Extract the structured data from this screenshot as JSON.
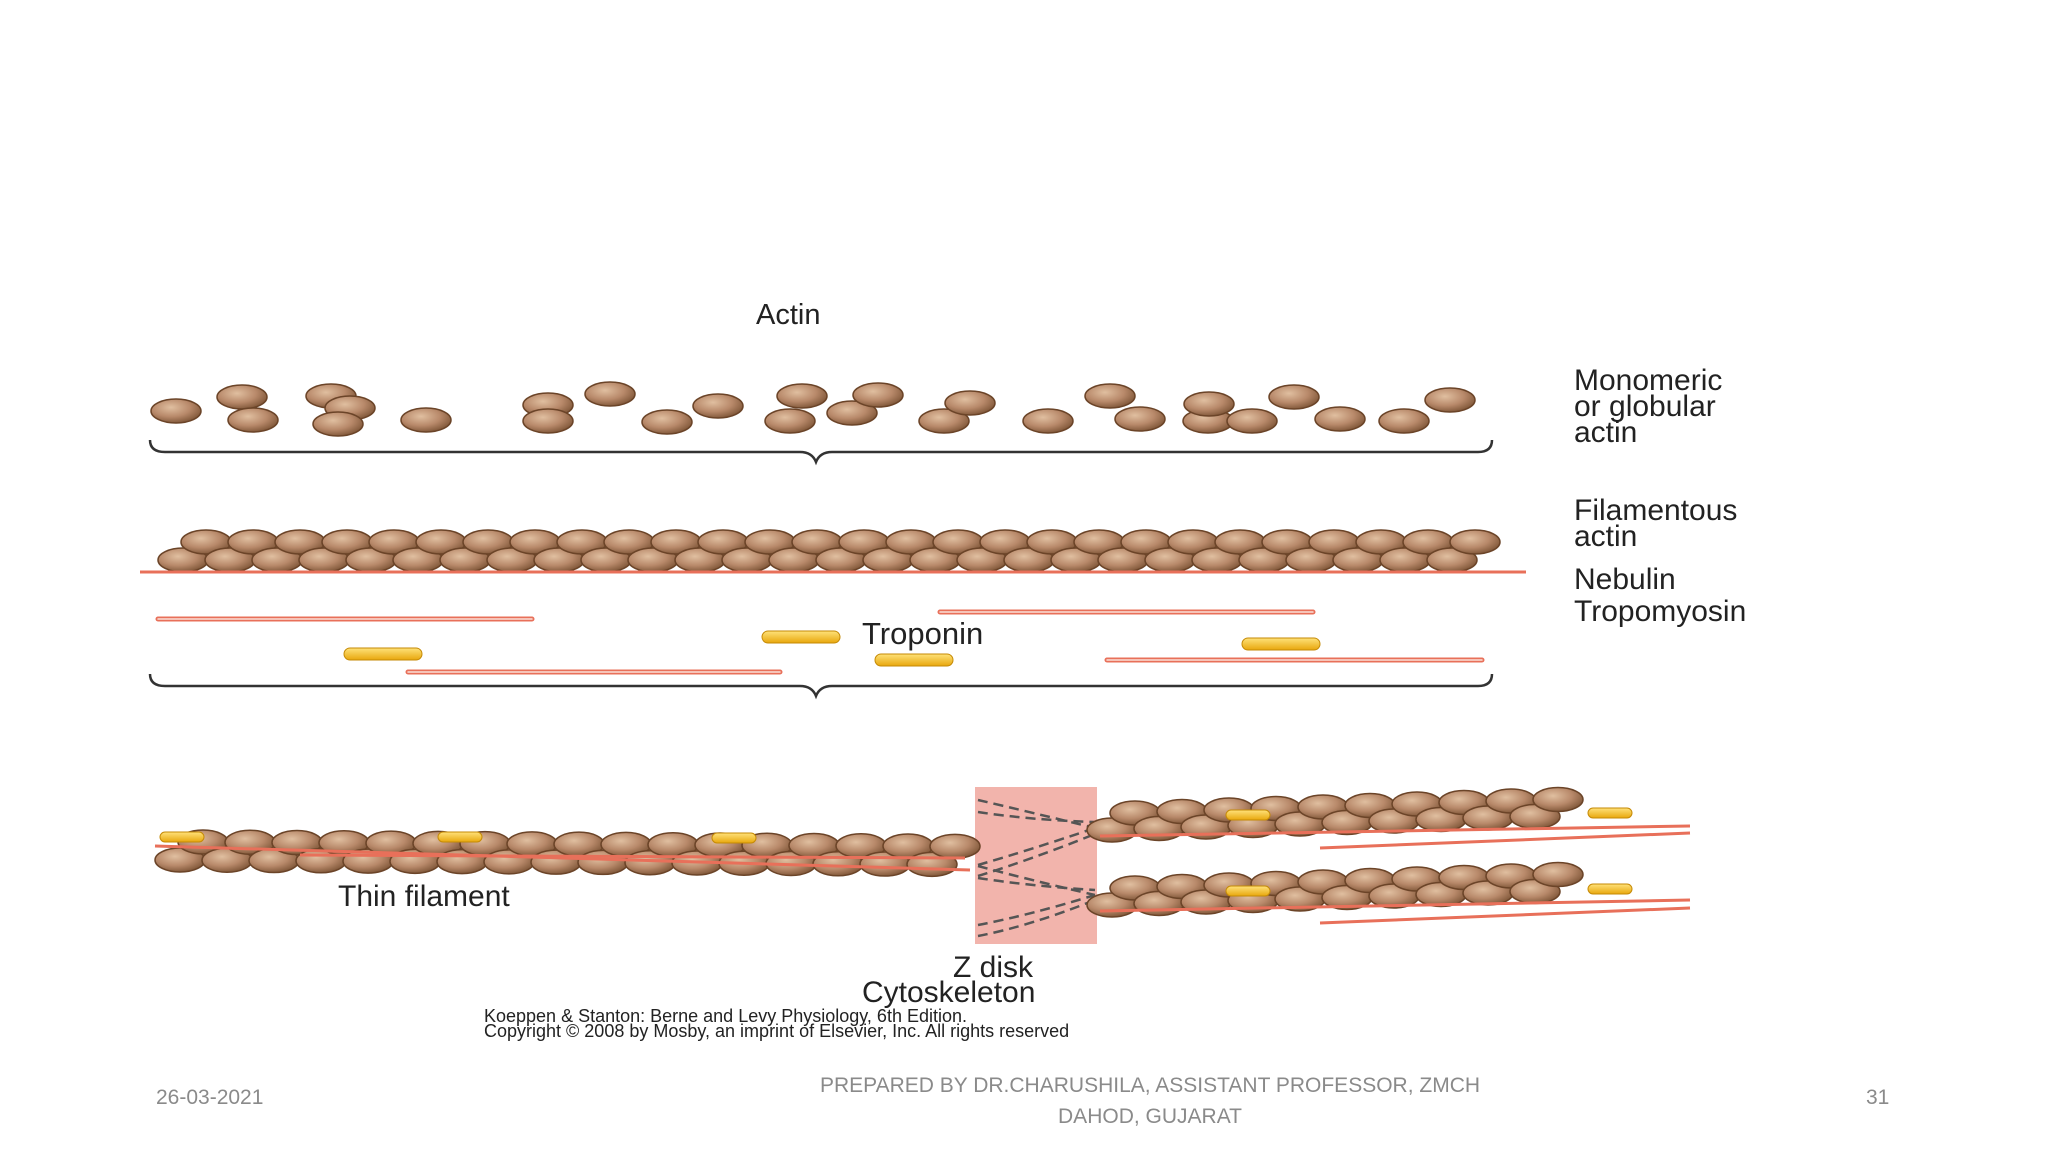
{
  "labels": {
    "actin": "Actin",
    "monomeric_line1": "Monomeric",
    "monomeric_line2": "or globular",
    "monomeric_line3": "actin",
    "filamentous_line1": "Filamentous",
    "filamentous_line2": "actin",
    "nebulin": "Nebulin",
    "tropomyosin": "Tropomyosin",
    "troponin": "Troponin",
    "thin_filament": "Thin filament",
    "z_disk": "Z disk",
    "cytoskeleton": "Cytoskeleton"
  },
  "credit": {
    "line1": "Koeppen & Stanton: Berne and Levy Physiology, 6th Edition.",
    "line2": "Copyright © 2008 by Mosby, an imprint of Elsevier, Inc. All rights reserved"
  },
  "footer": {
    "date": "26-03-2021",
    "center_line1": "PREPARED BY DR.CHARUSHILA, ASSISTANT PROFESSOR, ZMCH",
    "center_line2": "DAHOD, GUJARAT",
    "page": "31"
  },
  "colors": {
    "actin_bead": "#b8896a",
    "actin_bead_edge": "#6b4428",
    "nebulin_line": "#e8705a",
    "troponin": "#f2c225",
    "z_disk": "#f2b4ac"
  }
}
